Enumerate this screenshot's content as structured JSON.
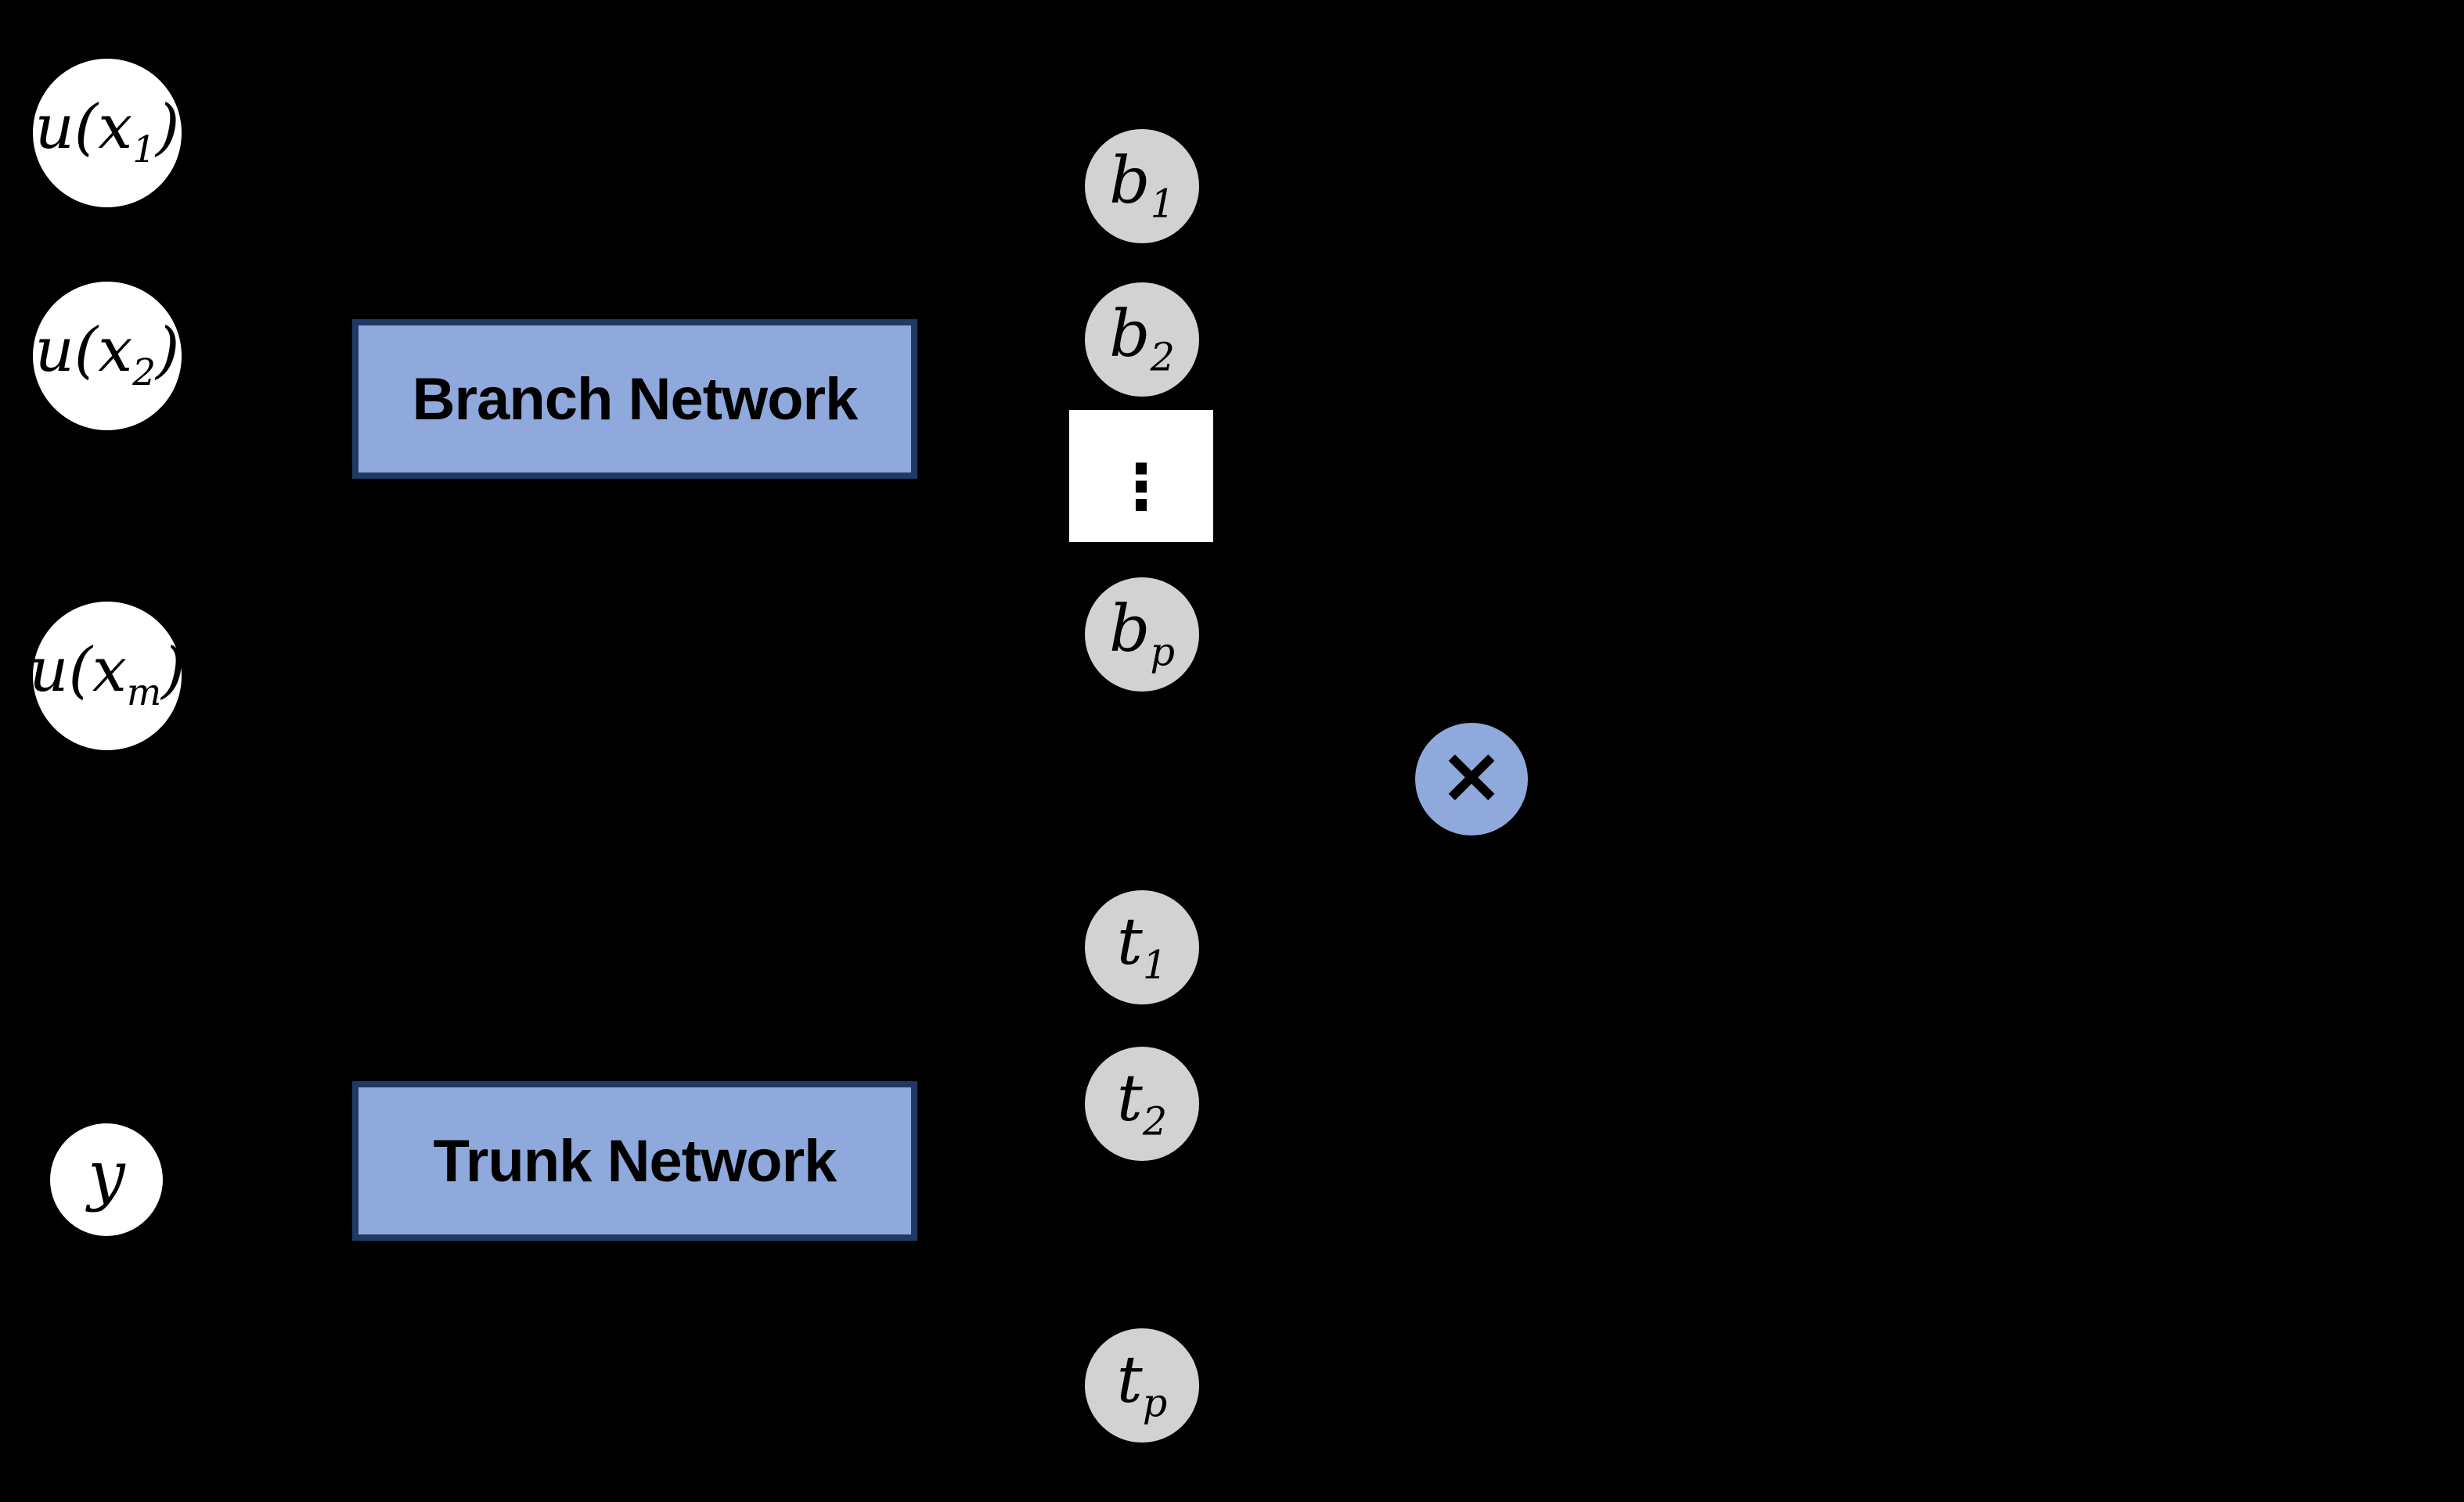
{
  "diagram": {
    "background": "#000000",
    "colors": {
      "input_node_fill": "#ffffff",
      "output_node_fill": "#d2d2d2",
      "accent_fill": "#8fa9dc",
      "box_border": "#1f3864",
      "text": "#000000"
    },
    "boxes": {
      "branch": {
        "label": "Branch Network"
      },
      "trunk": {
        "label": "Trunk Network"
      }
    },
    "nodes": {
      "u1": {
        "pre": "u(x",
        "sub": "1",
        "post": ")"
      },
      "u2": {
        "pre": "u(x",
        "sub": "2",
        "post": ")"
      },
      "um": {
        "pre": "u(x",
        "sub": "m",
        "post": ")"
      },
      "y": {
        "label": "y"
      },
      "b1": {
        "base": "b",
        "sub": "1"
      },
      "b2": {
        "base": "b",
        "sub": "2"
      },
      "bp": {
        "base": "b",
        "sub": "p"
      },
      "t1": {
        "base": "t",
        "sub": "1"
      },
      "t2": {
        "base": "t",
        "sub": "2"
      },
      "tp": {
        "base": "t",
        "sub": "p"
      }
    },
    "icons": {
      "vertical_ellipsis": "⋮",
      "multiply": "×"
    }
  }
}
